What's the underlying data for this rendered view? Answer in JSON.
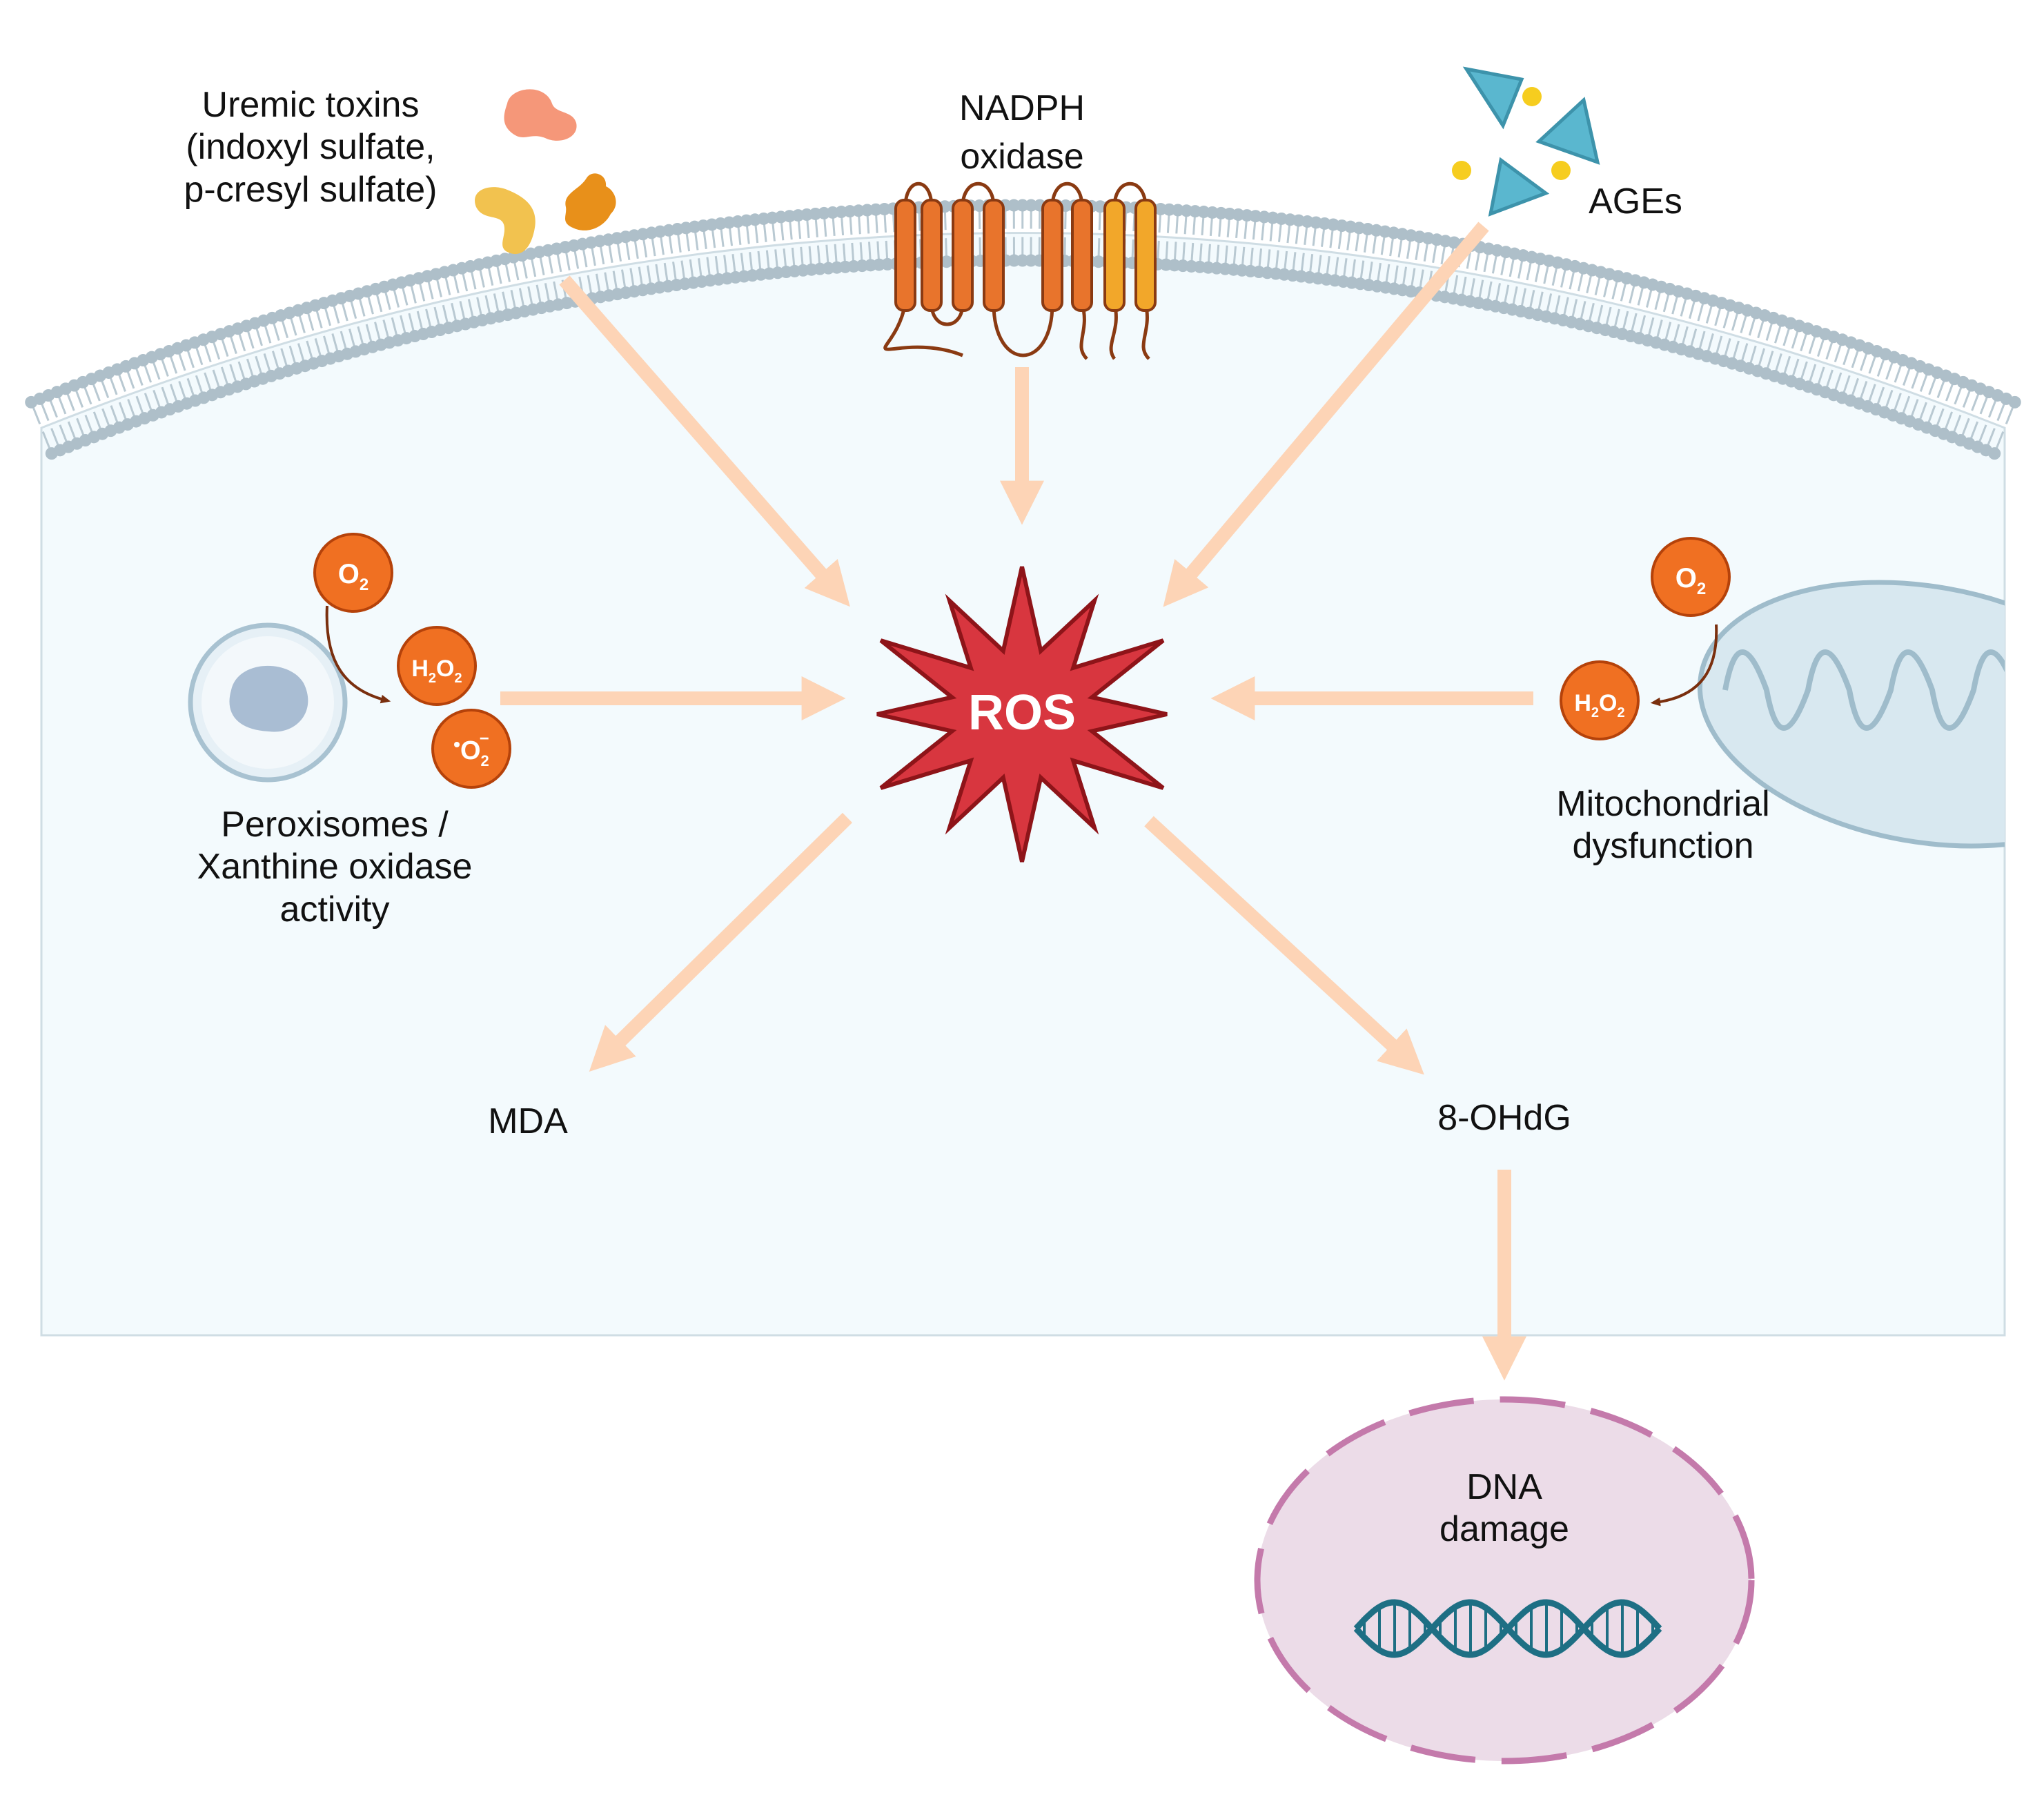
{
  "colors": {
    "cell_fill": "#f3fafd",
    "membrane": "#b9c9d2",
    "arrow": "#fdd4b6",
    "ros_fill": "#d8363f",
    "ros_stroke": "#8e1419",
    "orange_dot": "#f07022",
    "nucleus_fill": "#ecdce8",
    "nucleus_dash": "#c47aab",
    "dna": "#1e6f84",
    "age_triangle": "#5ab7cf"
  },
  "sources": {
    "uremic": [
      "Uremic toxins",
      "(indoxyl sulfate,",
      "p-cresyl sulfate)"
    ],
    "nadph": [
      "NADPH",
      "oxidase"
    ],
    "ages": [
      "AGEs"
    ],
    "peroxisomes": [
      "Peroxisomes /",
      "Xanthine oxidase",
      "activity"
    ],
    "mito": [
      "Mitochondrial",
      "dysfunction"
    ]
  },
  "center": {
    "label": "ROS"
  },
  "outputs": {
    "mda": "MDA",
    "ohdg": "8-OHdG"
  },
  "nucleus": {
    "label": [
      "DNA",
      "damage"
    ]
  },
  "molecules": {
    "o2": {
      "base": "O",
      "sub": "2"
    },
    "h2o2": {
      "p1": "H",
      "s1": "2",
      "p2": "O",
      "s2": "2"
    },
    "superoxide": {
      "pre": "•",
      "base": "O",
      "sub": "2",
      "sup": "−"
    }
  },
  "icons": [
    "uremic-toxin-icon",
    "nadph-oxidase-icon",
    "age-molecule-icon",
    "peroxisome-icon",
    "mitochondrion-icon",
    "dna-helix-icon"
  ]
}
